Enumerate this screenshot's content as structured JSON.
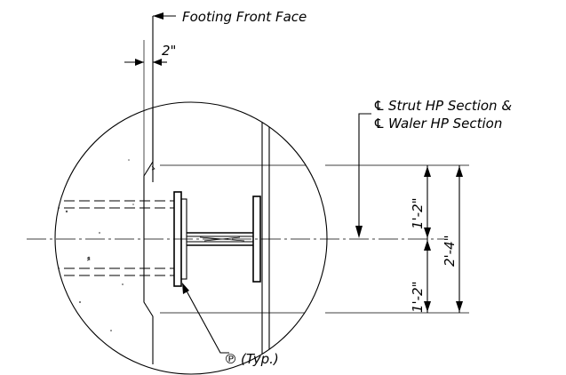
{
  "labels": {
    "footing_front_face": "Footing Front Face",
    "offset_dim": "2\"",
    "strut_line": "Strut HP Section &",
    "waler_line": "Waler HP Section",
    "centerline_symbol": "℄",
    "plate_symbol": "℗",
    "plate_note": "(Typ.)",
    "dim_top": "1'-2\"",
    "dim_bottom": "1'-2\"",
    "dim_total": "2'-4\""
  },
  "colors": {
    "ink": "#000000",
    "paper": "#ffffff"
  }
}
